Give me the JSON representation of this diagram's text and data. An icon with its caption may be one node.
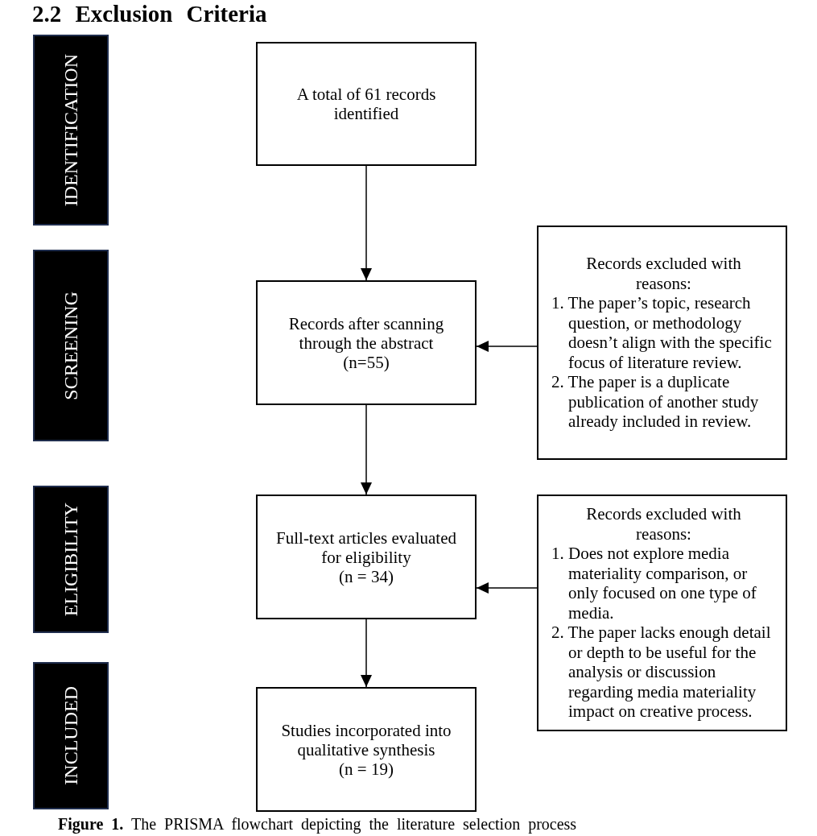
{
  "diagram": {
    "title": "2.2 Exclusion Criteria",
    "caption": "**Figure 1.** The PRISMA flowchart depicting the literature selection process",
    "nodes": [
      {
        "text": [
          "IDENTIFICATION"
        ]
      },
      {
        "text": [
          "A total of 61 records identified"
        ]
      },
      {
        "text": [
          "SCREENING"
        ]
      },
      {
        "text": [
          "Records after scanning through the abstract",
          "(n=55)"
        ]
      },
      {
        "text": [
          "Records excluded with reasons:",
          "1. The paper’s topic, research question, or methodology doesn’t align with the specific focus of literature review.",
          "2. The paper is a duplicate publication of another study already included in review."
        ]
      },
      {
        "text": [
          "ELIGIBILITY"
        ]
      },
      {
        "text": [
          "Full-text articles evaluated for eligibility",
          "(n = 34)"
        ]
      },
      {
        "text": [
          "Records excluded with reasons:",
          "1. Does not explore media materiality comparison, or only focused on one type of media.",
          "2. The paper lacks enough detail or depth to be useful for the analysis or discussion regarding media materiality impact on creative process."
        ]
      },
      {
        "text": [
          "INCLUDED"
        ]
      },
      {
        "text": [
          "Studies incorporated into qualitative synthesis",
          "(n = 19)"
        ]
      }
    ],
    "edges": [
      {
        "from": 1,
        "to": 3,
        "arrow": "to"
      },
      {
        "from": 3,
        "to": 6,
        "arrow": "to"
      },
      {
        "from": 6,
        "to": 9,
        "arrow": "to"
      },
      {
        "from": 4,
        "to": 3,
        "arrow": "to"
      },
      {
        "from": 7,
        "to": 6,
        "arrow": "to"
      }
    ]
  }
}
